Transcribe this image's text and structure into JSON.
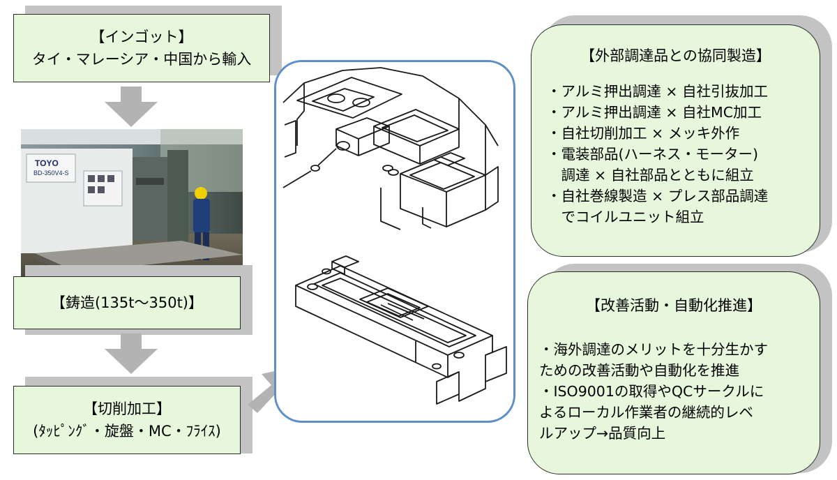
{
  "ingot": {
    "title": "【インゴット】",
    "text": "タイ・マレーシア・中国から輸入"
  },
  "casting": {
    "title": "【鋳造(135t〜350t)】",
    "machine_brand": "TOYO",
    "machine_model": "BD-350V4-S"
  },
  "machining": {
    "title": "【切削加工】",
    "text": "(ﾀｯﾋﾟﾝｸﾞ・旋盤・MC・ﾌﾗｲｽ)"
  },
  "outsourcing": {
    "title": "【外部調達品との協同製造】",
    "items": [
      "・アルミ押出調達 × 自社引抜加工",
      "・アルミ押出調達 × 自社MC加工",
      "・自社切削加工 × メッキ外作",
      "・電装部品(ハーネス・モーター)",
      "　調達 × 自社部品とともに組立",
      "・自社巻線製造 × プレス部品調達",
      "　でコイルユニット組立"
    ]
  },
  "improvement": {
    "title": "【改善活動・自動化推進】",
    "items": [
      "・海外調達のメリットを十分生かす",
      "ための改善活動や自動化を推進",
      "・ISO9001の取得やQCサークルに",
      "よるローカル作業者の継続的レベ",
      "ルアップ→品質向上"
    ]
  },
  "colors": {
    "box_fill": "#e6f7dc",
    "shadow": "#c3c3c3",
    "arrow": "#b3b3b3",
    "frame_blue": "#5f8fc8"
  }
}
